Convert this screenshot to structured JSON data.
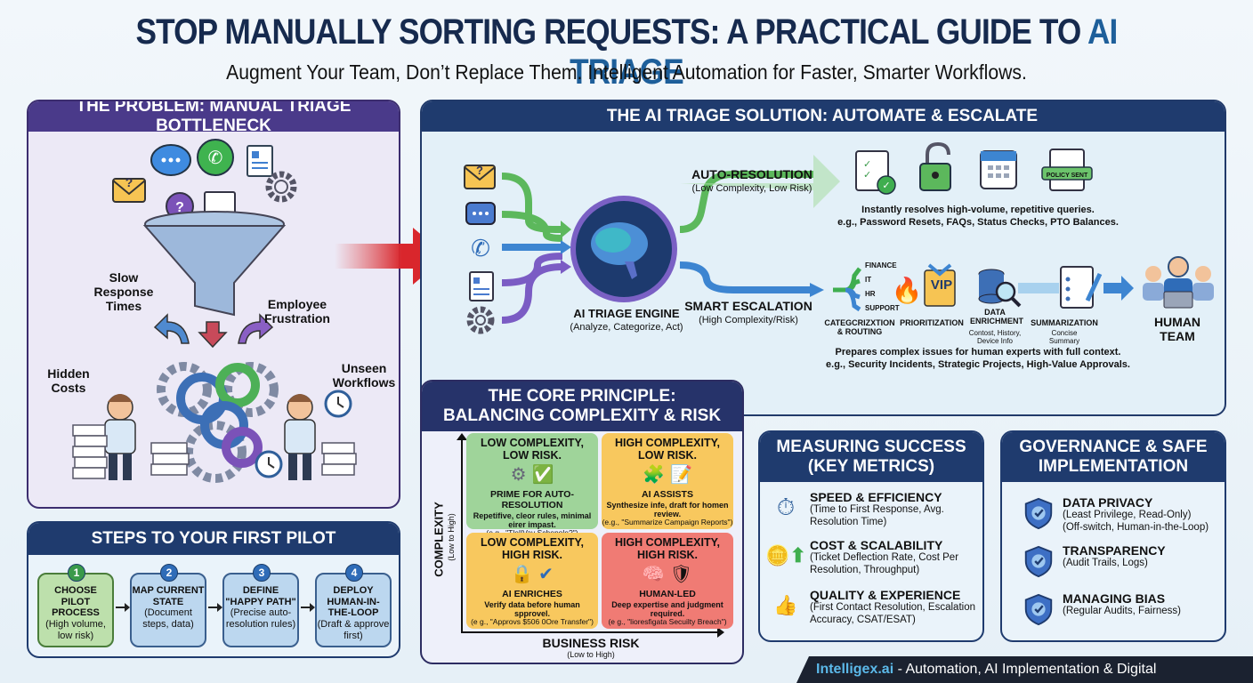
{
  "header": {
    "title_main": "STOP MANUALLY SORTING REQUESTS: A PRACTICAL GUIDE TO",
    "title_accent": "AI TRIAGE",
    "subtitle": "Augment Your Team, Don’t Replace Them. Intelligent Automation for Faster, Smarter Workflows."
  },
  "problem": {
    "title": "THE PROBLEM: MANUAL TRIAGE BOTTLENECK",
    "labels": {
      "slow": "Slow Response Times",
      "frustration": "Employee Frustration",
      "hidden": "Hidden Costs",
      "unseen": "Unseen Workflows"
    },
    "input_icons": [
      "email-question-icon",
      "chat-bubble-icon",
      "whatsapp-phone-icon",
      "document-icon",
      "gear-icon",
      "question-bubble-icon"
    ]
  },
  "solution": {
    "title": "THE AI TRIAGE SOLUTION: AUTOMATE & ESCALATE",
    "engine_title": "AI TRIAGE ENGINE",
    "engine_sub": "(Analyze, Categorize, Act)",
    "inputs": [
      "email-icon",
      "chat-icon",
      "phone-icon",
      "document-icon",
      "gear-icon"
    ],
    "auto": {
      "title": "AUTO-RESOLUTION",
      "sub": "(Low Complexity, Low Risk)",
      "icons": [
        "checklist-icon",
        "unlocked-padlock-icon",
        "calendar-icon",
        "policy-document-icon"
      ],
      "policy_badge": "POLICY SENT",
      "desc1": "Instantly resolves high-volume, repetitive queries.",
      "desc2": "e.g., Password Resets, FAQs, Status Checks, PTO Balances."
    },
    "escalation": {
      "title": "SMART ESCALATION",
      "sub": "(High Complexity/Risk)",
      "routes": [
        "FINANCE",
        "IT",
        "HR",
        "SUPPORT"
      ],
      "steps": [
        {
          "title": "CATEGCRIZXTION & ROUTING",
          "sub": ""
        },
        {
          "title": "PRIORITIZATION",
          "sub": ""
        },
        {
          "title": "DATA ENRICHMENT",
          "sub": "Contost, History, Device Info"
        },
        {
          "title": "SUMMARIZATION",
          "sub": "Concise Summary"
        }
      ],
      "vip": "VIP",
      "human_team": "HUMAN TEAM",
      "desc1": "Prepares complex issues for human experts with full context.",
      "desc2": "e.g., Security Incidents, Strategic Projects, High-Value Approvals."
    }
  },
  "core": {
    "title1": "THE CORE PRINCIPLE:",
    "title2": "BALANCING COMPLEXITY & RISK",
    "y_axis": "COMPLEXITY",
    "y_axis_sub": "(Low to High)",
    "x_axis": "BUSINESS RISK",
    "x_axis_sub": "(Low to High)",
    "quadrants": [
      {
        "title": "LOW COMPLEXITY, LOW RISK.",
        "heading": "PRIME FOR AUTO-RESOLUTION",
        "desc": "Repetifive, cleor rules, minimal eirer impast.",
        "example": "(e g , \"TlelIVay Schenole?\")",
        "color": "#9fd49a"
      },
      {
        "title": "HIGH COMPLEXITY, LOW RISK.",
        "heading": "AI ASSISTS",
        "desc": "Synthesize infe, draft for homen review.",
        "example": "(e.g., \"Summarize Campaign Reports\")",
        "color": "#f8c85e"
      },
      {
        "title": "LOW COMPLEXITY, HIGH RISK.",
        "heading": "AI ENRICHES",
        "desc": "Verify data before human spprovel.",
        "example": "(e g., \"Approvs $506 0Ore Transfer\")",
        "color": "#f8c85e"
      },
      {
        "title": "HIGH COMPLEXITY, HIGH RISK.",
        "heading": "HUMAN-LED",
        "desc": "Deep expertise and judgment required.",
        "example": "(e g., \"lioresfigata Secuilty Breach\")",
        "color": "#f07b74"
      }
    ]
  },
  "metrics": {
    "title1": "MEASURING SUCCESS",
    "title2": "(KEY METRICS)",
    "items": [
      {
        "title": "SPEED & EFFICIENCY",
        "desc": "(Time to First Response, Avg. Resolution Time)",
        "icon": "stopwatch-icon"
      },
      {
        "title": "COST & SCALABILITY",
        "desc": "(Ticket Deflection Rate, Cost Per Resolution, Throughput)",
        "icon": "coin-growth-icon"
      },
      {
        "title": "QUALITY & EXPERIENCE",
        "desc": "(First Contact Resolution, Escalation Accuracy, CSAT/ESAT)",
        "icon": "thumbs-up-stars-icon"
      }
    ]
  },
  "governance": {
    "title1": "GOVERNANCE & SAFE",
    "title2": "IMPLEMENTATION",
    "items": [
      {
        "title": "DATA PRIVACY",
        "desc": "(Least Privilege, Read-Only)",
        "desc2": "(Off-switch, Human-in-the-Loop)"
      },
      {
        "title": "TRANSPARENCY",
        "desc": "(Audit Trails, Logs)",
        "desc2": ""
      },
      {
        "title": "MANAGING BIAS",
        "desc": "(Regular Audits, Fairness)",
        "desc2": ""
      }
    ]
  },
  "steps": {
    "title": "STEPS TO YOUR FIRST PILOT",
    "items": [
      {
        "num": "1",
        "title": "CHOOSE PILOT PROCESS",
        "desc": "(High volume, low risk)"
      },
      {
        "num": "2",
        "title": "MAP CURRENT STATE",
        "desc": "(Document steps, data)"
      },
      {
        "num": "3",
        "title": "DEFINE \"HAPPY PATH\"",
        "desc": "(Precise auto-resolution rules)"
      },
      {
        "num": "4",
        "title": "DEPLOY HUMAN-IN-THE-LOOP",
        "desc": "(Draft & approve first)"
      }
    ]
  },
  "footer": {
    "brand": "Intelligex.ai",
    "text": " - Automation, AI Implementation & Digital Transformation"
  },
  "colors": {
    "navy": "#1f3b6e",
    "purple": "#4a3a8a",
    "accent_blue": "#1e5f9a",
    "green": "#5cb85c",
    "red_arrow": "#d9262c",
    "brand_cyan": "#5bb8e8"
  }
}
